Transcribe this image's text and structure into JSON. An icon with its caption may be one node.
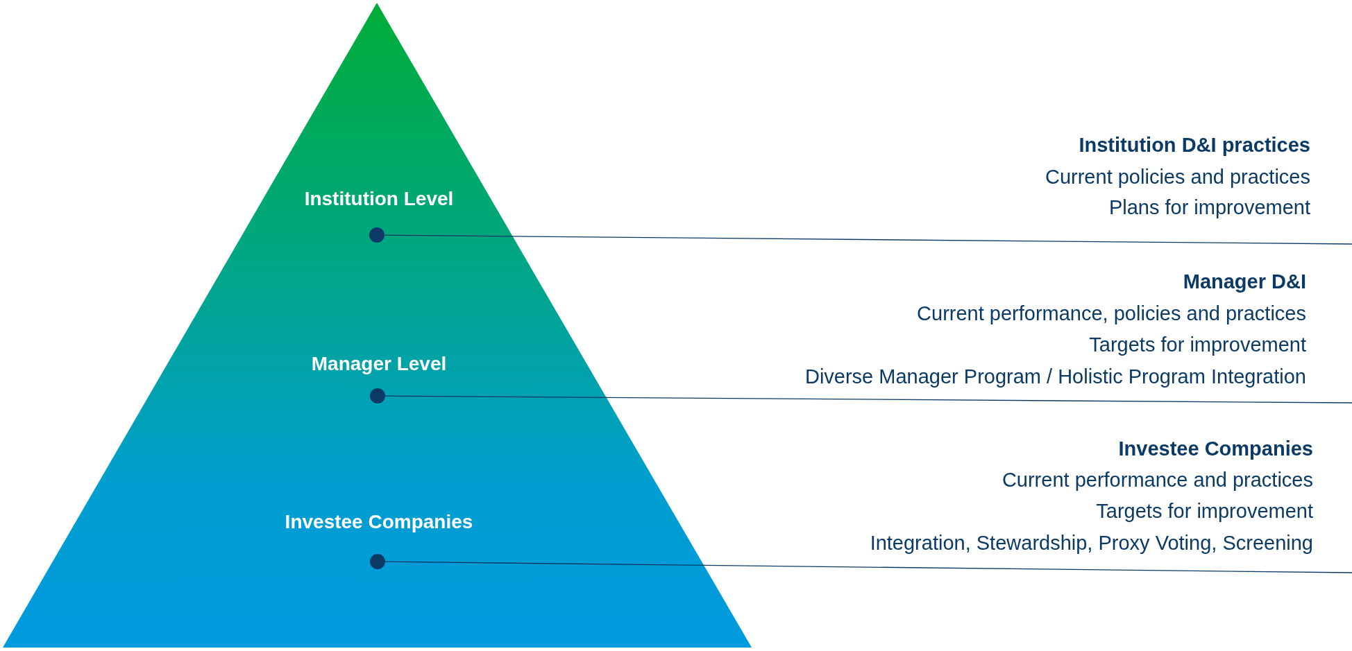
{
  "diagram": {
    "nodes": [
      {
        "text": [
          "Institution Level",
          "Manager Level",
          "Investee Companies"
        ]
      },
      {
        "text": [],
        "shape": "circle",
        "in": 0
      },
      {
        "text": [],
        "shape": "circle",
        "in": 0
      },
      {
        "text": [],
        "shape": "circle",
        "in": 0
      }
    ],
    "edges": [
      {
        "from": 1,
        "to": null,
        "arrow": "none"
      },
      {
        "from": 2,
        "to": null,
        "arrow": "none"
      },
      {
        "from": 3,
        "to": null,
        "arrow": "none"
      }
    ],
    "labels": [
      "Institution D&I practices",
      "Current policies and practices",
      "Plans for improvement",
      "Manager D&I",
      "Current performance, policies and practices",
      "Targets for improvement",
      "Diverse Manager Program / Holistic Program Integration",
      "Investee Companies",
      "Current performance and practices",
      "Targets for improvement",
      "Integration, Stewardship, Proxy Voting, Screening"
    ]
  }
}
